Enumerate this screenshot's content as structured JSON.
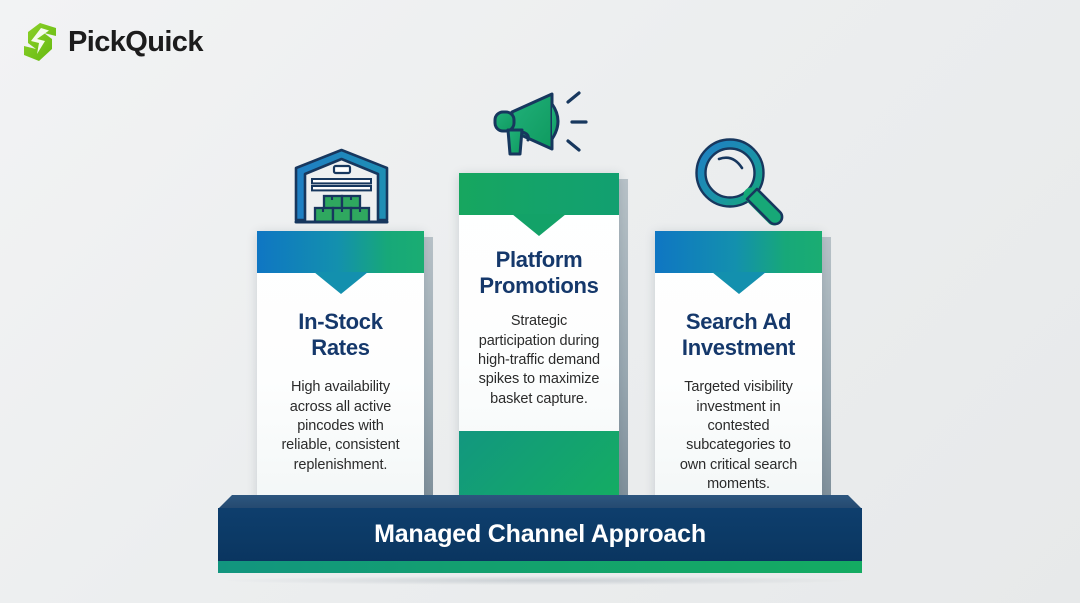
{
  "brand": {
    "name": "PickQuick",
    "logo_icon": "lightning-bolt-logo-icon",
    "logo_color": "#7ac81f"
  },
  "theme": {
    "background": "#eceeef",
    "header_gradient_start": "#0f76c3",
    "header_gradient_end": "#1aad72",
    "green": "#14a36a",
    "navy": "#0c3a66",
    "title_navy": "#15386b",
    "body_text": "#2b2b2b"
  },
  "base": {
    "title": "Managed Channel Approach"
  },
  "pillars": [
    {
      "id": "in-stock-rates",
      "icon": "warehouse-icon",
      "title": "In-Stock Rates",
      "description": "High availability across all active pincodes with reliable, consistent replenishment.",
      "header_style": "blue-green-gradient"
    },
    {
      "id": "platform-promotions",
      "icon": "megaphone-icon",
      "title": "Platform Promotions",
      "description": "Strategic participation during high-traffic demand spikes to maximize basket capture.",
      "header_style": "green"
    },
    {
      "id": "search-ad-investment",
      "icon": "magnifying-glass-icon",
      "title": "Search Ad Investment",
      "description": "Targeted visibility investment in contested subcategories to own critical search moments.",
      "header_style": "blue-green-gradient"
    }
  ]
}
